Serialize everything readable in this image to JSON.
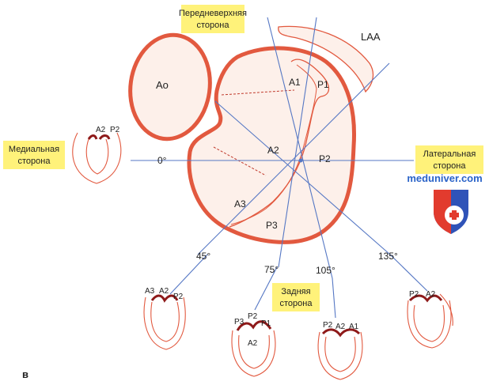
{
  "callouts": {
    "anterosuperior": [
      "Передневерхняя",
      "сторона"
    ],
    "medial": [
      "Медиальная",
      "сторона"
    ],
    "lateral": [
      "Латеральная",
      "сторона"
    ],
    "posterior": [
      "Задняя",
      "сторона"
    ]
  },
  "structures": {
    "aorta": "Ao",
    "laa": "LAA"
  },
  "scallops": {
    "a1": "A1",
    "a2": "A2",
    "a3": "A3",
    "p1": "P1",
    "p2": "P2",
    "p3": "P3"
  },
  "angles": {
    "deg0": "0°",
    "deg45": "45°",
    "deg75": "75°",
    "deg105": "105°",
    "deg135": "135°"
  },
  "views": {
    "medial": [
      "A2",
      "P2"
    ],
    "deg45": [
      "A3",
      "A2",
      "P2"
    ],
    "deg75": [
      "P3",
      "P2",
      "P1",
      "A2"
    ],
    "deg105": [
      "P2",
      "A2",
      "A1"
    ],
    "deg135": [
      "P2",
      "A2"
    ]
  },
  "watermark": "meduniver.com",
  "panel_letter": "в",
  "colors": {
    "wall_red": "#e2593f",
    "wall_fill": "#fdf0ea",
    "line_blue": "#5577c4",
    "callout_yellow": "#fff27a",
    "leaflet_dark": "#8e1a1a"
  }
}
